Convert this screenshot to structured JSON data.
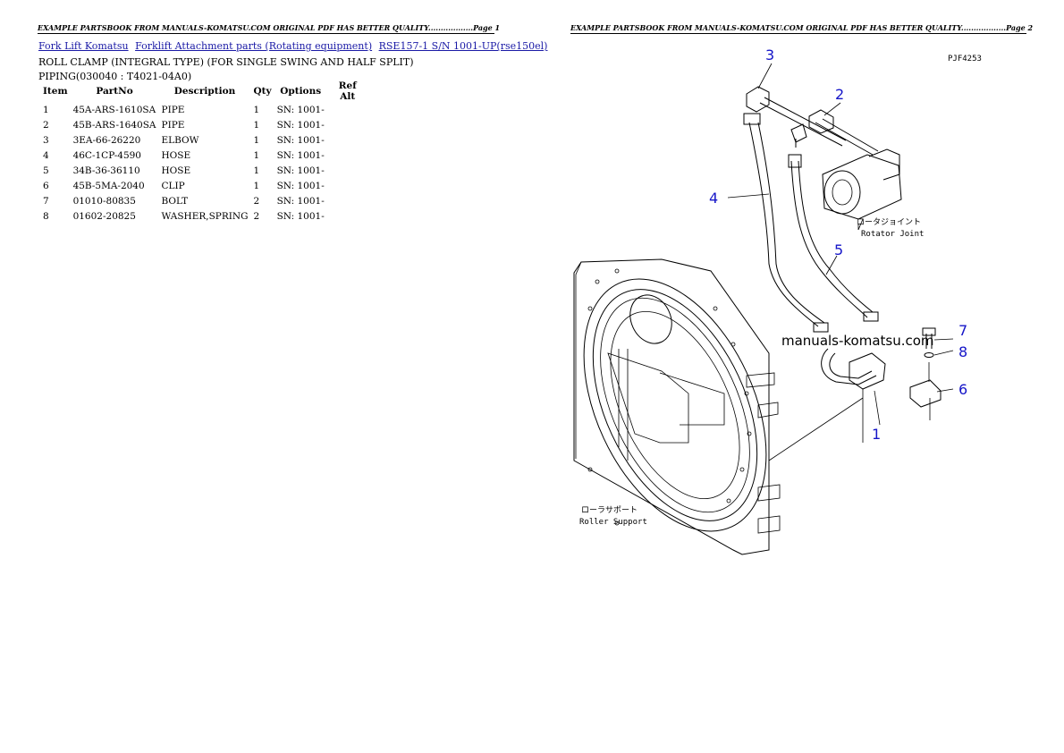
{
  "header": {
    "page1": "EXAMPLE PARTSBOOK FROM MANUALS-KOMATSU.COM ORIGINAL PDF HAS BETTER QUALITY..................Page 1",
    "page2": "EXAMPLE PARTSBOOK FROM MANUALS-KOMATSU.COM ORIGINAL PDF HAS BETTER QUALITY..................Page 2"
  },
  "breadcrumb": [
    "Fork Lift Komatsu",
    "Forklift Attachment parts (Rotating equipment)",
    "RSE157-1 S/N 1001-UP(rse150el)"
  ],
  "title": "ROLL CLAMP (INTEGRAL TYPE) (FOR SINGLE SWING AND HALF SPLIT) PIPING(030040 : T4021-04A0)",
  "table": {
    "headers": [
      "Item",
      "PartNo",
      "Description",
      "Qty",
      "Options",
      "Ref Alt"
    ],
    "rows": [
      [
        "1",
        "45A-ARS-1610SA",
        "PIPE",
        "1",
        "SN: 1001-",
        ""
      ],
      [
        "2",
        "45B-ARS-1640SA",
        "PIPE",
        "1",
        "SN: 1001-",
        ""
      ],
      [
        "3",
        "3EA-66-26220",
        "ELBOW",
        "1",
        "SN: 1001-",
        ""
      ],
      [
        "4",
        "46C-1CP-4590",
        "HOSE",
        "1",
        "SN: 1001-",
        ""
      ],
      [
        "5",
        "34B-36-36110",
        "HOSE",
        "1",
        "SN: 1001-",
        ""
      ],
      [
        "6",
        "45B-5MA-2040",
        "CLIP",
        "1",
        "SN: 1001-",
        ""
      ],
      [
        "7",
        "01010-80835",
        "BOLT",
        "2",
        "SN: 1001-",
        ""
      ],
      [
        "8",
        "01602-20825",
        "WASHER,SPRING",
        "2",
        "SN: 1001-",
        ""
      ]
    ]
  },
  "diagram": {
    "code": "PJF4253",
    "callouts": [
      "3",
      "2",
      "4",
      "5",
      "7",
      "8",
      "6",
      "1"
    ],
    "rotator_jp": "ロータジョイント",
    "rotator_en": "Rotator Joint",
    "roller_jp": "ローラサポート",
    "roller_en": "Roller Support",
    "watermark": "manuals-komatsu.com"
  }
}
